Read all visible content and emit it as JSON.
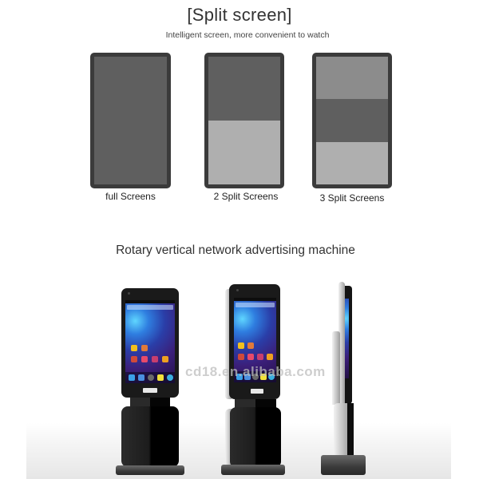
{
  "header": {
    "title": "[Split screen]",
    "subtitle": "Intelligent screen, more convenient to watch"
  },
  "split_modes": [
    {
      "label": "full Screens",
      "segments": [
        "#5f5f5f"
      ]
    },
    {
      "label": "2 Split Screens",
      "segments": [
        "#5f5f5f",
        "#afafaf"
      ]
    },
    {
      "label": "3 Split Screens",
      "segments": [
        "#8c8c8c",
        "#5f5f5f",
        "#afafaf"
      ]
    }
  ],
  "section": {
    "title": "Rotary vertical network advertising machine"
  },
  "product_views": [
    {
      "view": "front"
    },
    {
      "view": "angled"
    },
    {
      "view": "side"
    }
  ],
  "watermark": "cd18.en.alibaba.com",
  "colors": {
    "panel_frame": "#3b3b3b",
    "dark_segment": "#5f5f5f",
    "mid_segment": "#8c8c8c",
    "light_segment": "#afafaf",
    "text": "#333333"
  }
}
